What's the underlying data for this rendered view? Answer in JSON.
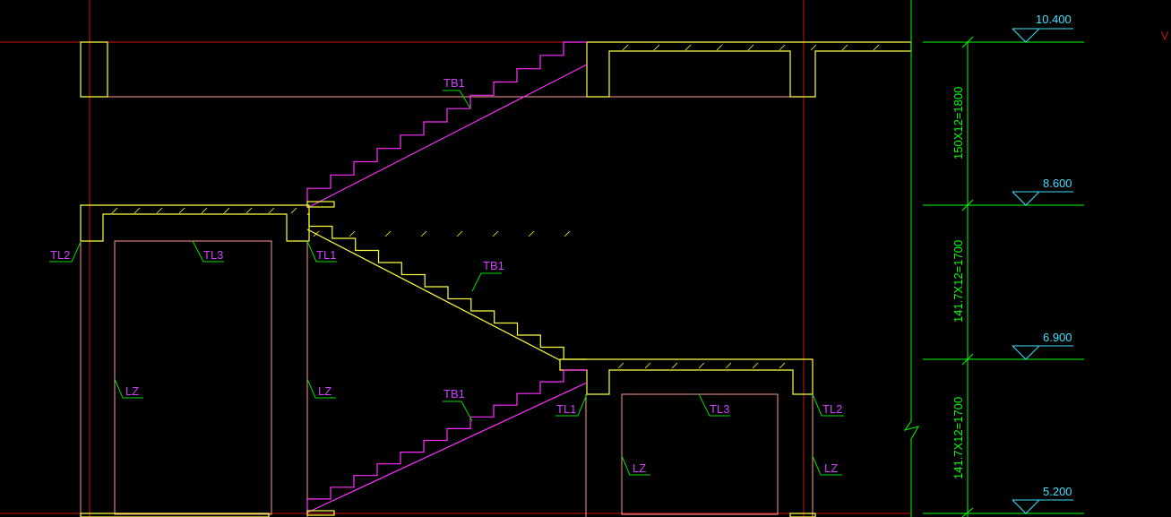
{
  "colors": {
    "background": "#000000",
    "grid_red": "#d01010",
    "wall_pink": "#ff9a9a",
    "slab_yellow": "#ffff40",
    "stair_magenta": "#ff30ff",
    "leader_green": "#00dd00",
    "label_violet": "#d040ff",
    "level_cyan": "#40e0ff",
    "dim_green": "#00ff00"
  },
  "labels": {
    "tb1": "TB1",
    "tl1": "TL1",
    "tl2": "TL2",
    "tl3": "TL3",
    "lz": "LZ"
  },
  "levels": [
    "10.400",
    "8.600",
    "6.900",
    "5.200"
  ],
  "dimensions": [
    "150X12=1800",
    "141.7X12=1700",
    "141.7X12=1700"
  ]
}
